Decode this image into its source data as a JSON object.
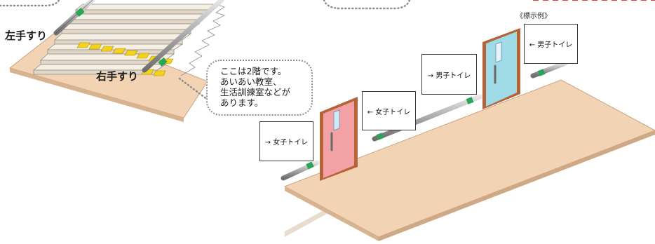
{
  "stairs": {
    "left_handrail_label": "左手すり",
    "right_handrail_label": "右手すり"
  },
  "info_bubble": {
    "lines": [
      "ここは2階です。",
      "あいあい教室、",
      "生活訓練室などが",
      "あります。"
    ]
  },
  "corridor": {
    "example_caption": "《標示例》",
    "signs": [
      "→ 女子トイレ",
      "← 女子トイレ",
      "→ 男子トイレ",
      "← 男子トイレ"
    ]
  },
  "colors": {
    "floor": "#f2d4b4",
    "floor_edge": "#c9a383",
    "tactile_tiles": "#f5d31c",
    "womens_door": "#f4a1a6",
    "mens_door": "#9edbe7",
    "door_frame": "#b5643a",
    "handrail_grip": "#27a65a",
    "top_right_accent": "#e83a3a"
  }
}
